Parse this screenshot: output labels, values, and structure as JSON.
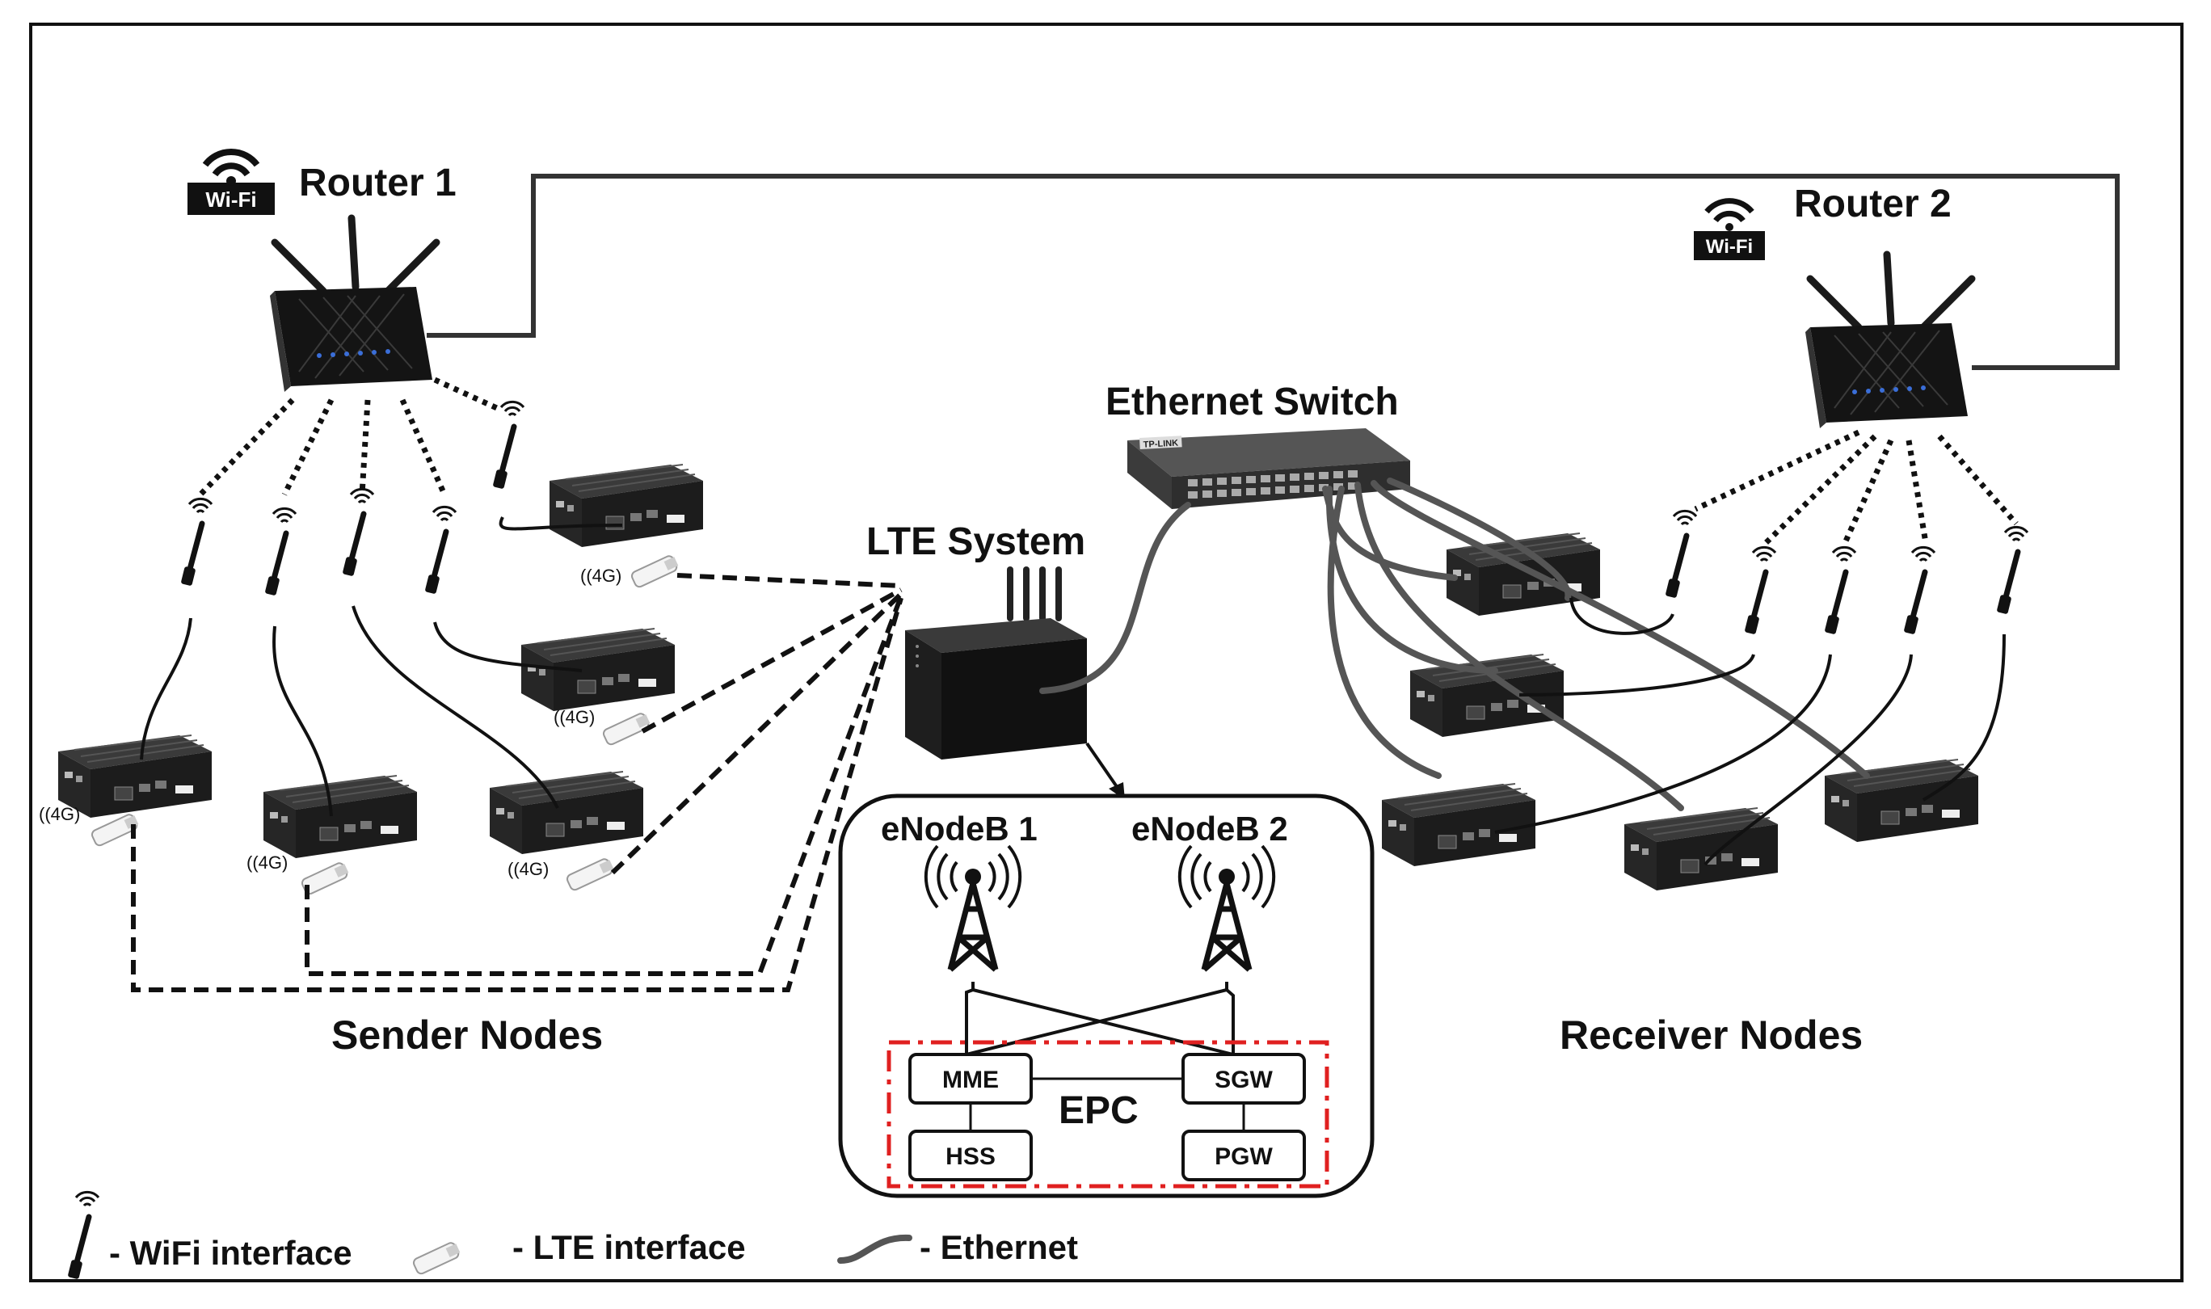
{
  "routers": {
    "r1": {
      "label": "Router 1",
      "wifi_badge": "Wi-Fi"
    },
    "r2": {
      "label": "Router 2",
      "wifi_badge": "Wi-Fi"
    }
  },
  "switch": {
    "label": "Ethernet Switch",
    "brand": "TP-LINK"
  },
  "lte_system": {
    "label": "LTE System"
  },
  "enodeb": {
    "e1": "eNodeB 1",
    "e2": "eNodeB 2"
  },
  "epc": {
    "label": "EPC",
    "mme": "MME",
    "sgw": "SGW",
    "hss": "HSS",
    "pgw": "PGW"
  },
  "groups": {
    "senders": "Sender Nodes",
    "receivers": "Receiver Nodes"
  },
  "dongle_tag": "4G",
  "legend": {
    "wifi": "- WiFi interface",
    "lte": "- LTE interface",
    "ethernet": "-  Ethernet"
  },
  "colors": {
    "frame": "#111111",
    "epc_border": "#e02020",
    "ethernet_cable": "#555555",
    "device": "#1c1c1c"
  }
}
